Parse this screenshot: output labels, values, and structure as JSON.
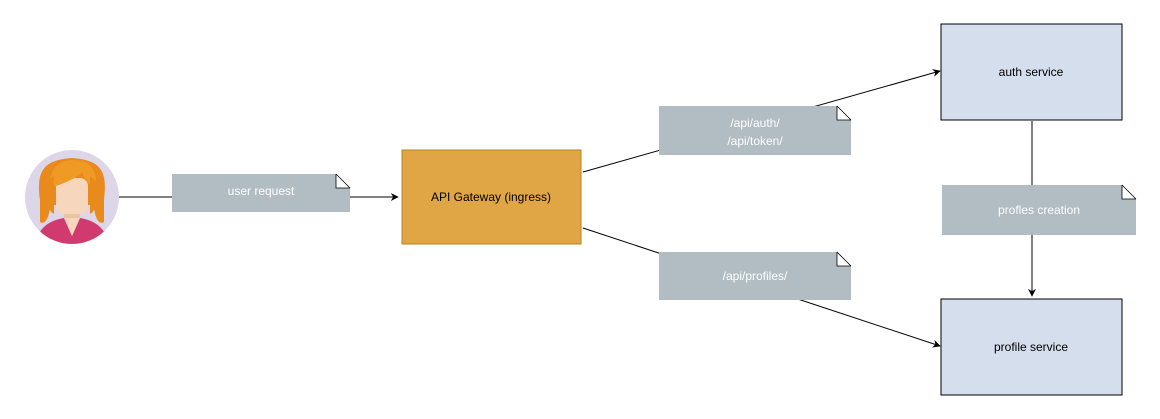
{
  "diagram": {
    "user": {
      "icon": "user-avatar-icon"
    },
    "notes": {
      "user_request": "user request",
      "auth_routes": [
        "/api/auth/",
        "/api/token/"
      ],
      "profiles_route": "/api/profiles/",
      "profiles_creation": "profles creation"
    },
    "nodes": {
      "gateway": "API Gateway (ingress)",
      "auth_service": "auth service",
      "profile_service": "profile service"
    },
    "colors": {
      "gateway_fill": "#e0a646",
      "gateway_stroke": "#b8811f",
      "service_fill": "#d5deec",
      "service_stroke": "#000000",
      "note_fill": "#b1bcc3",
      "note_text": "#ffffff",
      "edge": "#000000",
      "avatar_bg": "#ddd6e8",
      "hair": "#e88b1c",
      "skin": "#f6d7bd",
      "shirt": "#d13a6e"
    }
  }
}
